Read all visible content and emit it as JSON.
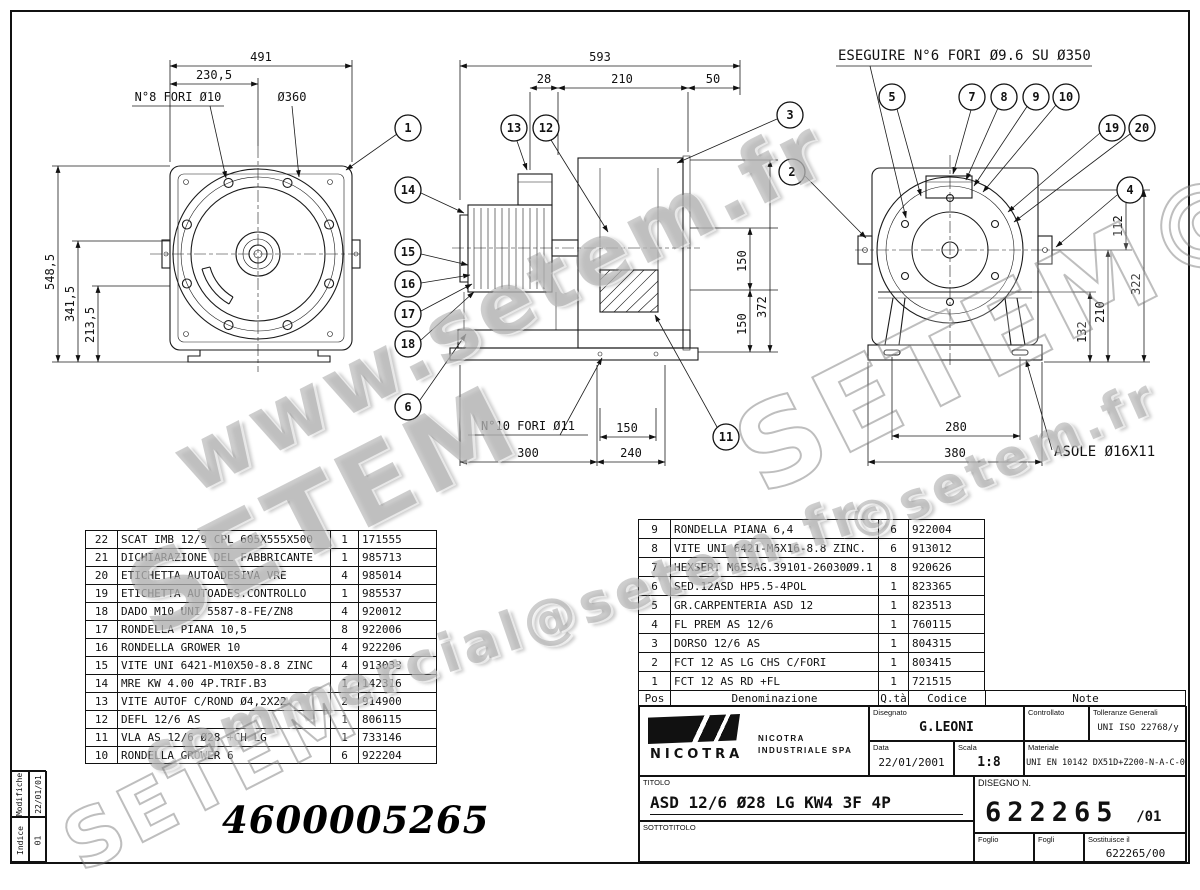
{
  "watermarks": {
    "url_big": "www.setem.fr",
    "setem_right": "SETEM©",
    "setem_left": "SETEM",
    "url_small": "©setem.fr",
    "email": "commercial@setem.fr",
    "setem_table": "SETEM"
  },
  "views": {
    "top_note": "ESEGUIRE N°6 FORI Ø9.6 SU Ø350",
    "left": {
      "w491": "491",
      "w230": "230,5",
      "holes": "N°8 FORI Ø10",
      "dia": "Ø360",
      "h548": "548,5",
      "h341": "341,5",
      "h213": "213,5"
    },
    "mid": {
      "w593": "593",
      "w28": "28",
      "w210": "210",
      "w50": "50",
      "h150a": "150",
      "h372": "372",
      "h150b": "150",
      "holes": "N°10 FORI Ø11",
      "w150": "150",
      "w300": "300",
      "w240": "240"
    },
    "right": {
      "h112": "112",
      "h322": "322",
      "h210": "210",
      "h132": "132",
      "w280": "280",
      "w380": "380",
      "slots": "ASOLE Ø16X11"
    }
  },
  "balloons": {
    "b1": "1",
    "b2": "2",
    "b3": "3",
    "b4": "4",
    "b5": "5",
    "b6": "6",
    "b7": "7",
    "b8": "8",
    "b9": "9",
    "b10": "10",
    "b11": "11",
    "b12": "12",
    "b13": "13",
    "b14": "14",
    "b15": "15",
    "b16": "16",
    "b17": "17",
    "b18": "18",
    "b19": "19",
    "b20": "20"
  },
  "parts_left": {
    "rows": [
      {
        "pos": "22",
        "den": "SCAT IMB 12/9 CPL 605X555X500",
        "qty": "1",
        "code": "171555"
      },
      {
        "pos": "21",
        "den": "DICHIARAZIONE DEL FABBRICANTE",
        "qty": "1",
        "code": "985713"
      },
      {
        "pos": "20",
        "den": "ETICHETTA AUTOADESIVA VRE",
        "qty": "4",
        "code": "985014"
      },
      {
        "pos": "19",
        "den": "ETICHETTA AUTOADES.CONTROLLO",
        "qty": "1",
        "code": "985537"
      },
      {
        "pos": "18",
        "den": "DADO M10 UNI 5587-8-FE/ZN8",
        "qty": "4",
        "code": "920012"
      },
      {
        "pos": "17",
        "den": "RONDELLA PIANA 10,5",
        "qty": "8",
        "code": "922006"
      },
      {
        "pos": "16",
        "den": "RONDELLA GROWER 10",
        "qty": "4",
        "code": "922206"
      },
      {
        "pos": "15",
        "den": "VITE UNI 6421-M10X50-8.8 ZINC",
        "qty": "4",
        "code": "913033"
      },
      {
        "pos": "14",
        "den": "MRE KW 4.00 4P.TRIF.B3",
        "qty": "1",
        "code": "142316"
      },
      {
        "pos": "13",
        "den": "VITE AUTOF C/ROND Ø4,2X22",
        "qty": "2",
        "code": "914900"
      },
      {
        "pos": "12",
        "den": "DEFL 12/6 AS",
        "qty": "1",
        "code": "806115"
      },
      {
        "pos": "11",
        "den": "VLA AS 12/6 Ø28 +CH LG",
        "qty": "1",
        "code": "733146"
      },
      {
        "pos": "10",
        "den": "RONDELLA GROWER 6",
        "qty": "6",
        "code": "922204"
      }
    ]
  },
  "parts_right": {
    "header": {
      "pos": "Pos",
      "den": "Denominazione",
      "qty": "Q.tà",
      "code": "Codice",
      "note": "Note"
    },
    "rows": [
      {
        "pos": "9",
        "den": "RONDELLA PIANA 6,4",
        "qty": "6",
        "code": "922004"
      },
      {
        "pos": "8",
        "den": "VITE UNI 6421-M6X16-8.8 ZINC.",
        "qty": "6",
        "code": "913012"
      },
      {
        "pos": "7",
        "den": "HEXSERT M6ESAG.39101-26030Ø9.1",
        "qty": "8",
        "code": "920626"
      },
      {
        "pos": "6",
        "den": "SED.12ASD HP5.5-4POL",
        "qty": "1",
        "code": "823365"
      },
      {
        "pos": "5",
        "den": "GR.CARPENTERIA ASD 12",
        "qty": "1",
        "code": "823513"
      },
      {
        "pos": "4",
        "den": "FL PREM AS 12/6",
        "qty": "1",
        "code": "760115"
      },
      {
        "pos": "3",
        "den": "DORSO 12/6 AS",
        "qty": "1",
        "code": "804315"
      },
      {
        "pos": "2",
        "den": "FCT 12 AS LG CHS C/FORI",
        "qty": "1",
        "code": "803415"
      },
      {
        "pos": "1",
        "den": "FCT 12 AS RD +FL",
        "qty": "1",
        "code": "721515"
      }
    ]
  },
  "title_block": {
    "logo_word": "NICOTRA",
    "company": "NICOTRA INDUSTRIALE SPA",
    "labels": {
      "disegnato": "Disegnato",
      "controllato": "Controllato",
      "tolleranze": "Tolleranze Generali",
      "data": "Data",
      "scala": "Scala",
      "materiale": "Materiale",
      "titolo": "TITOLO",
      "sottotitolo": "SOTTOTITOLO",
      "disegno": "DISEGNO N.",
      "foglio": "Foglio",
      "fogli": "Fogli",
      "sostituisce": "Sostituisce il"
    },
    "disegnato": "G.LEONI",
    "tolleranze": "UNI ISO 22768/y",
    "data": "22/01/2001",
    "scala": "1:8",
    "materiale": "UNI EN 10142 DX51D+Z200-N-A-C-0",
    "titolo": "ASD 12/6 Ø28 LG KW4 3F 4P",
    "disegno": "622265",
    "revisione": "/01",
    "sostituisce": "622265/00"
  },
  "revision_strip": {
    "col1_top": "Modifiche",
    "col1_bottom": "Indice",
    "col2_top": "22/01/01",
    "col2_bottom": "01"
  },
  "stamp": "4600005265"
}
